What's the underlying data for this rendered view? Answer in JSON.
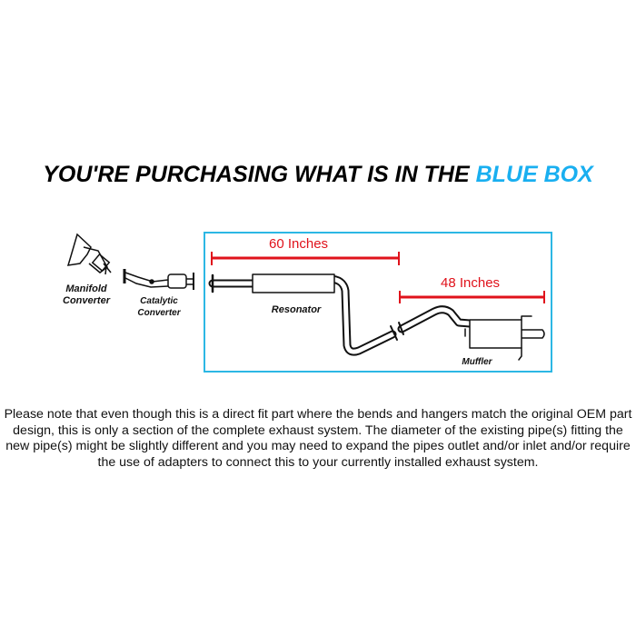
{
  "title": {
    "prefix": "YOU'RE PURCHASING WHAT IS IN THE",
    "highlight": "BLUE BOX",
    "highlight_color": "#19aff0"
  },
  "diagram": {
    "parts": {
      "manifold": "Manifold Converter",
      "catalytic": "Catalytic Converter",
      "resonator": "Resonator",
      "muffler": "Muffler"
    },
    "dimensions": {
      "first": "60 Inches",
      "second": "48 Inches",
      "color": "#e0121b"
    },
    "box_color": "#2cb7e4"
  },
  "note": "Please note that even though this is a direct fit part where the bends and hangers match the original OEM part design, this is only a section of the complete exhaust system. The diameter of the existing pipe(s) fitting the new pipe(s) might be slightly different and you may need to expand the pipes outlet and/or inlet and/or require the use of adapters to connect this to your currently installed exhaust system."
}
